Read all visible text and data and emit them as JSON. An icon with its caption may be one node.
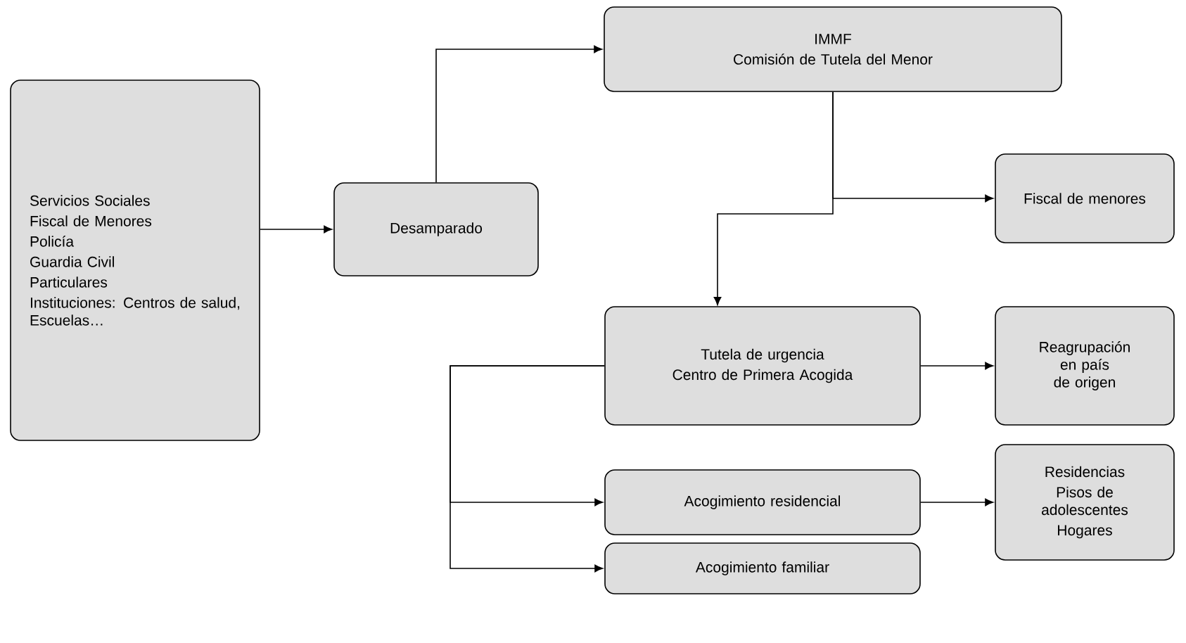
{
  "diagram": {
    "nodes": [
      {
        "text": [
          "Servicios Sociales",
          "Fiscal de Menores",
          "Policía",
          "Guardia Civil",
          "Particulares",
          "Instituciones: Centros de salud, Escuelas…"
        ]
      },
      {
        "text": [
          "Desamparado"
        ]
      },
      {
        "text": [
          "IMMF",
          "Comisión de Tutela del Menor"
        ]
      },
      {
        "text": [
          "Fiscal de menores"
        ]
      },
      {
        "text": [
          "Tutela de urgencia",
          "Centro de Primera Acogida"
        ]
      },
      {
        "text": [
          "Reagrupación en país de origen"
        ]
      },
      {
        "text": [
          "Acogimiento residencial"
        ]
      },
      {
        "text": [
          "Residencias",
          "Pisos de adolescentes",
          "Hogares"
        ]
      },
      {
        "text": [
          "Acogimiento familiar"
        ]
      }
    ],
    "edges": [
      {
        "from": 0,
        "to": 1,
        "arrow": "to"
      },
      {
        "from": 1,
        "to": 2,
        "arrow": "to"
      },
      {
        "from": 2,
        "to": 3,
        "arrow": "to"
      },
      {
        "from": 2,
        "to": 4,
        "arrow": "to"
      },
      {
        "from": 4,
        "to": 5,
        "arrow": "to"
      },
      {
        "from": 4,
        "to": 6,
        "arrow": "to"
      },
      {
        "from": 4,
        "to": 8,
        "arrow": "to"
      },
      {
        "from": 6,
        "to": 7,
        "arrow": "to"
      }
    ]
  }
}
